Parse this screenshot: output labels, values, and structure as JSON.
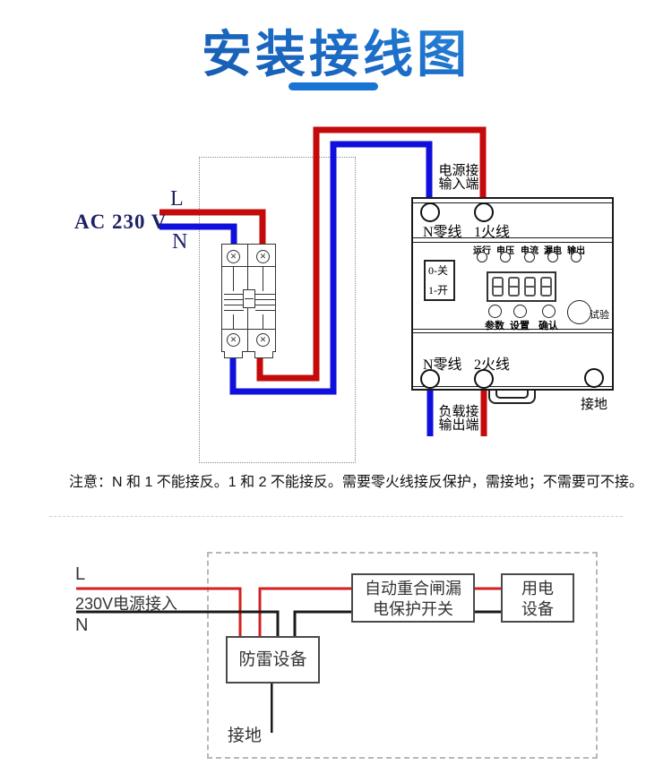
{
  "title": {
    "text": "安装接线图"
  },
  "top_diagram": {
    "source": {
      "label": "AC 230 V",
      "live": "L",
      "neutral": "N"
    },
    "device": {
      "input_label": {
        "line1": "电源接",
        "line2": "输入端"
      },
      "output_label": {
        "line1": "负载接",
        "line2": "输出端"
      },
      "terminals": {
        "top_neutral": "N零线",
        "top_live": "1火线",
        "bottom_neutral": "N零线",
        "bottom_live": "2火线",
        "ground": "接地"
      },
      "indicators": [
        "运行",
        "电压",
        "电流",
        "漏电",
        "输出"
      ],
      "switch_legend": {
        "off": "0-关",
        "on": "1-开"
      },
      "buttons": [
        "参数",
        "设置",
        "确认"
      ],
      "test_button": "试验",
      "display_digits": "8888"
    }
  },
  "note": {
    "text": "注意：N 和 1 不能接反。1 和 2 不能接反。需要零火线接反保护，需接地；不需要可不接。"
  },
  "bottom_diagram": {
    "source": {
      "live": "L",
      "label": "230V电源接入",
      "neutral": "N"
    },
    "boxes": {
      "lightning": "防雷设备",
      "recloser": {
        "line1": "自动重合闸漏",
        "line2": "电保护开关"
      },
      "load": {
        "line1": "用电",
        "line2": "设备"
      }
    },
    "ground": "接地"
  },
  "colors": {
    "wire_live": "#c40a0a",
    "wire_neutral": "#1010dc",
    "title_blue": "#1a74d4",
    "schematic_live": "#d42020",
    "schematic_neutral": "#1a1a1a"
  }
}
